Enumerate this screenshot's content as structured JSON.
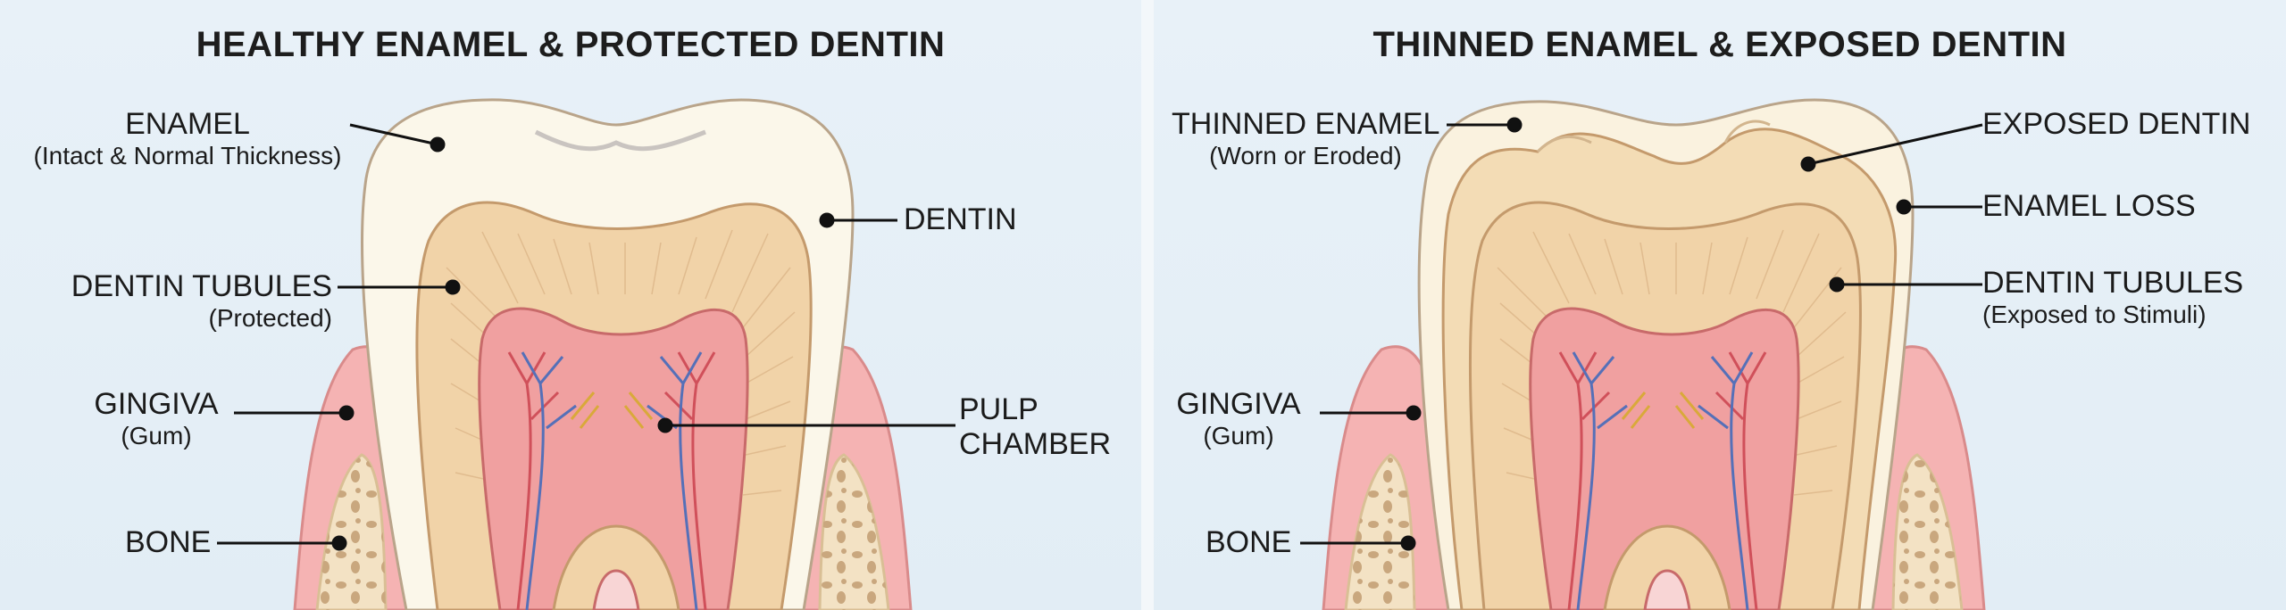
{
  "left": {
    "title": "HEALTHY ENAMEL & PROTECTED DENTIN",
    "labels": {
      "enamel": "ENAMEL",
      "enamel_sub": "(Intact & Normal Thickness)",
      "dentin": "DENTIN",
      "tubules": "DENTIN TUBULES",
      "tubules_sub": "(Protected)",
      "gingiva": "GINGIVA",
      "gingiva_sub": "(Gum)",
      "pulp_1": "PULP",
      "pulp_2": "CHAMBER",
      "bone": "BONE"
    }
  },
  "right": {
    "title": "THINNED ENAMEL & EXPOSED DENTIN",
    "labels": {
      "thinned": "THINNED ENAMEL",
      "thinned_sub": "(Worn or Eroded)",
      "exposed": "EXPOSED DENTIN",
      "loss": "ENAMEL LOSS",
      "tubules": "DENTIN TUBULES",
      "tubules_sub": "(Exposed to Stimuli)",
      "gingiva": "GINGIVA",
      "gingiva_sub": "(Gum)",
      "bone": "BONE"
    }
  },
  "colors": {
    "enamel": "#fbf7ea",
    "dentin": "#f1d3a8",
    "pulp": "#f0a0a0",
    "gum": "#f5b3b3",
    "bone": "#f3e2c4",
    "artery": "#d0505a",
    "vein": "#5570b8",
    "nerve": "#d9a93a",
    "leader": "#111111"
  }
}
